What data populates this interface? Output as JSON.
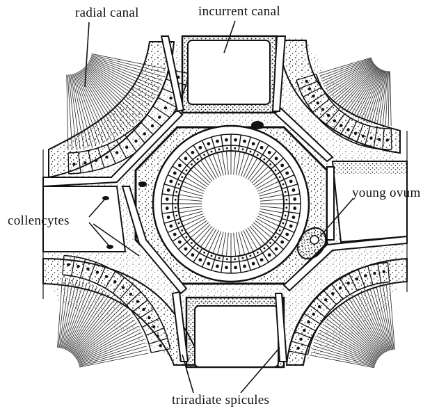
{
  "labels": {
    "radial_canal": "radial canal",
    "incurrent_canal": "incurrent canal",
    "young_ovum": "young ovum",
    "collencytes": "collencytes",
    "triradiate_spicules": "triradiate spicules"
  },
  "colors": {
    "ink": "#111111",
    "background": "#ffffff"
  }
}
